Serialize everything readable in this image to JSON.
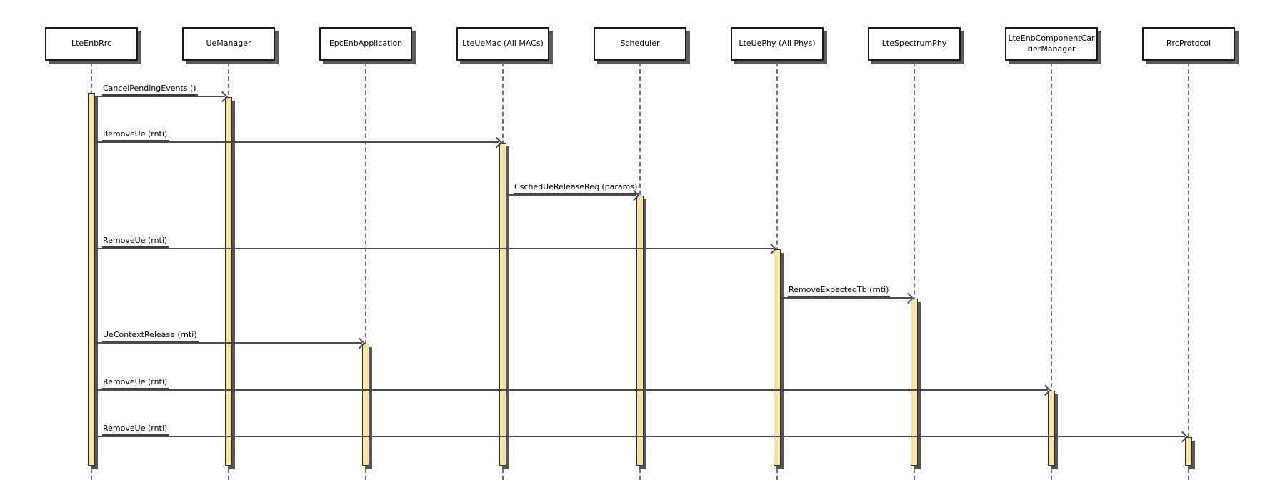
{
  "diagram": {
    "type": "sequence",
    "title": "",
    "participants": [
      {
        "name": "LteEnbRrc"
      },
      {
        "name": "UeManager"
      },
      {
        "name": "EpcEnbApplication"
      },
      {
        "name": "LteUeMac (All MACs)"
      },
      {
        "name": "Scheduler"
      },
      {
        "name": "LteUePhy (All Phys)"
      },
      {
        "name": "LteSpectrumPhy"
      },
      {
        "name": "LteEnbComponentCarrierManager"
      },
      {
        "name": "RrcProtocol"
      }
    ],
    "messages": [
      {
        "label": "CancelPendingEvents ()",
        "from": "LteEnbRrc",
        "to": "UeManager"
      },
      {
        "label": "RemoveUe (rnti)",
        "from": "LteEnbRrc",
        "to": "LteUeMac (All MACs)"
      },
      {
        "label": "CschedUeReleaseReq (params)",
        "from": "LteUeMac (All MACs)",
        "to": "Scheduler"
      },
      {
        "label": "RemoveUe (rnti)",
        "from": "LteEnbRrc",
        "to": "LteUePhy (All Phys)"
      },
      {
        "label": "RemoveExpectedTb (rnti)",
        "from": "LteUePhy (All Phys)",
        "to": "LteSpectrumPhy"
      },
      {
        "label": "UeContextRelease (rnti)",
        "from": "LteEnbRrc",
        "to": "EpcEnbApplication"
      },
      {
        "label": "RemoveUe (rnti)",
        "from": "LteEnbRrc",
        "to": "LteEnbComponentCarrierManager"
      },
      {
        "label": "RemoveUe (rnti)",
        "from": "LteEnbRrc",
        "to": "RrcProtocol"
      }
    ]
  },
  "colors": {
    "background": "#ffffff",
    "activation_fill": "#FAE3A9",
    "activation_border": "#2f2f2f",
    "shadow": "#595b5d",
    "message_line": "#4b4b4b",
    "lifeline_dash": "#6f6f6f",
    "box_border": "#1c1c1c",
    "text": "#000000"
  }
}
